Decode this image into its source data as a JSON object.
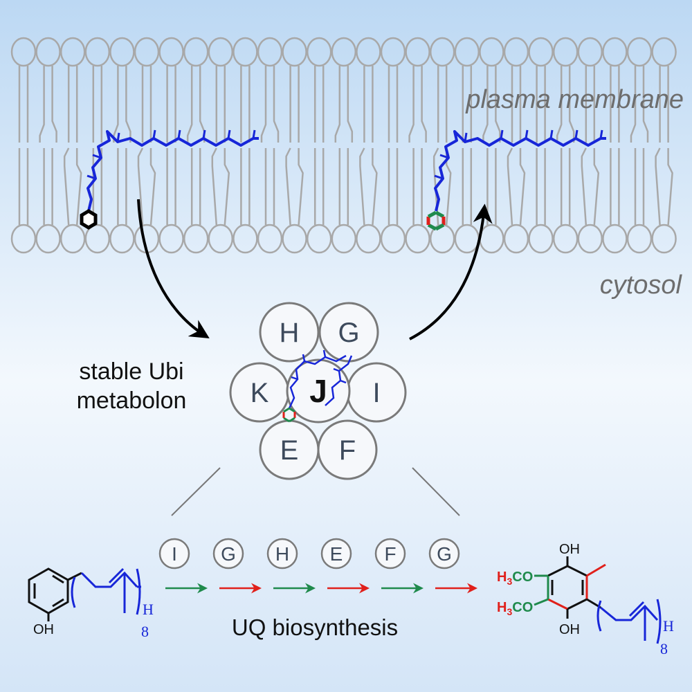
{
  "labels": {
    "membrane": "plasma membrane",
    "cytosol": "cytosol",
    "metabolon_line1": "stable Ubi",
    "metabolon_line2": "metabolon",
    "uq_biosynthesis": "UQ biosynthesis"
  },
  "metabolon_subunits": {
    "top_left": "H",
    "top_right": "G",
    "left": "K",
    "center": "J",
    "right": "I",
    "bottom_left": "E",
    "bottom_right": "F"
  },
  "pathway_steps": [
    {
      "enzyme": "I",
      "arrow_color": "#1f8a4c"
    },
    {
      "enzyme": "G",
      "arrow_color": "#e0201b"
    },
    {
      "enzyme": "H",
      "arrow_color": "#1f8a4c"
    },
    {
      "enzyme": "E",
      "arrow_color": "#e0201b"
    },
    {
      "enzyme": "F",
      "arrow_color": "#1f8a4c"
    },
    {
      "enzyme": "G",
      "arrow_color": "#e0201b"
    }
  ],
  "substrate": {
    "oh": "OH",
    "h": "H",
    "repeat": "8"
  },
  "product": {
    "oh_top": "OH",
    "oh_bottom": "OH",
    "methoxy_1": "H3CO",
    "methoxy_2": "H3CO",
    "h": "H",
    "repeat": "8"
  },
  "colors": {
    "background_top": "#bcd8f3",
    "background_mid": "#f3f8fd",
    "lipid": "#a8a8a8",
    "isoprenoid": "#1726d8",
    "green": "#1f8a4c",
    "red": "#e0201b",
    "circle_stroke": "#7a7a7a"
  }
}
